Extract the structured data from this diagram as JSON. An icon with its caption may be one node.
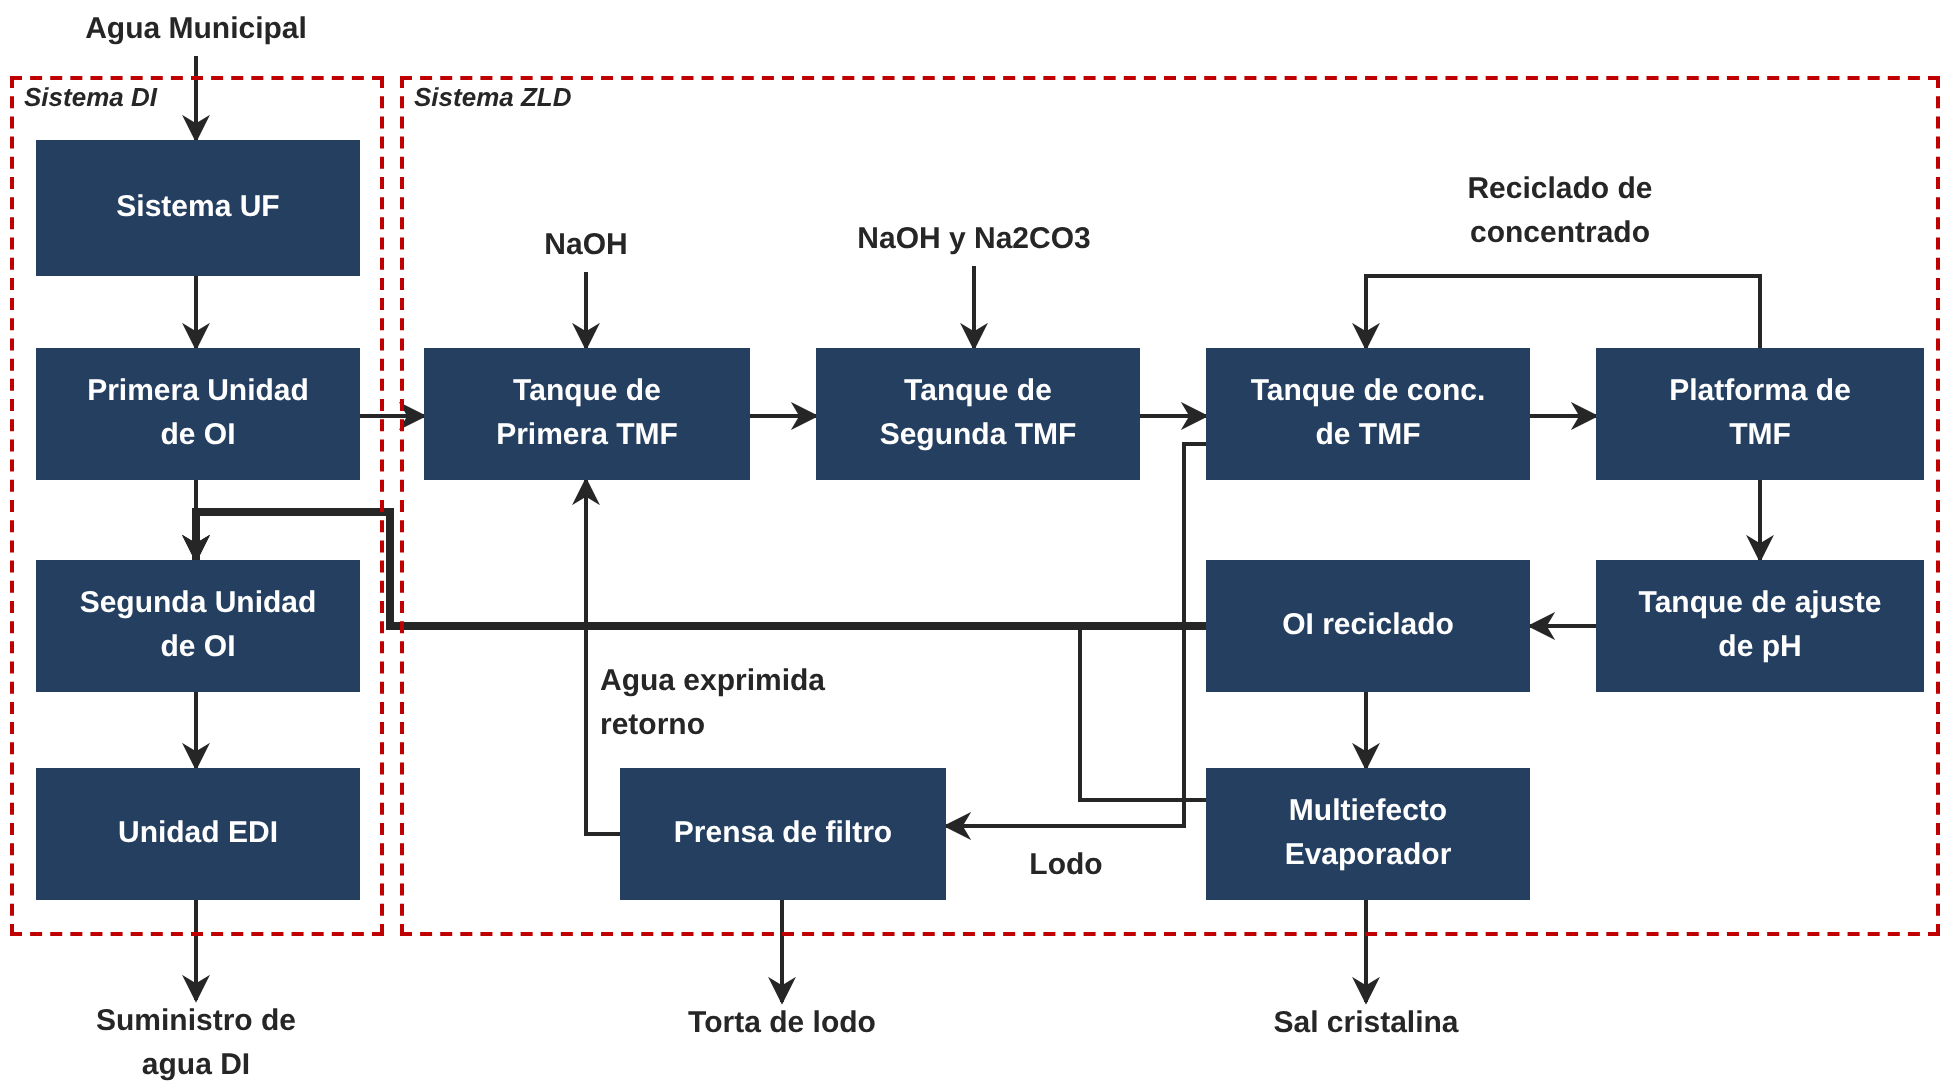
{
  "diagram": {
    "nodes": [
      {
        "text": [
          "Sistema DI"
        ]
      },
      {
        "text": [
          "Sistema ZLD"
        ]
      },
      {
        "text": [
          "Agua Municipal"
        ]
      },
      {
        "text": [
          "Sistema UF"
        ],
        "in": 0
      },
      {
        "text": [
          "Primera Unidad de OI"
        ],
        "in": 0
      },
      {
        "text": [
          "Segunda Unidad de OI"
        ],
        "in": 0
      },
      {
        "text": [
          "Unidad EDI"
        ],
        "in": 0
      },
      {
        "text": [
          "Suministro de agua DI"
        ]
      },
      {
        "text": [
          "NaOH"
        ],
        "in": 1
      },
      {
        "text": [
          "Tanque de Primera TMF"
        ],
        "in": 1
      },
      {
        "text": [
          "NaOH y Na2CO3"
        ],
        "in": 1
      },
      {
        "text": [
          "Tanque de Segunda TMF"
        ],
        "in": 1
      },
      {
        "text": [
          "Tanque de conc. de TMF"
        ],
        "in": 1
      },
      {
        "text": [
          "Platforma de TMF"
        ],
        "in": 1
      },
      {
        "text": [
          "Tanque de ajuste de pH"
        ],
        "in": 1
      },
      {
        "text": [
          "OI reciclado"
        ],
        "in": 1
      },
      {
        "text": [
          "Multiefecto Evaporador"
        ],
        "in": 1
      },
      {
        "text": [
          "Prensa de filtro"
        ],
        "in": 1
      },
      {
        "text": [
          "Torta de lodo"
        ]
      },
      {
        "text": [
          "Sal cristalina"
        ]
      }
    ],
    "edges": [
      {
        "from": 2,
        "to": 3,
        "arrow": "to"
      },
      {
        "from": 3,
        "to": 4,
        "arrow": "to"
      },
      {
        "from": 4,
        "to": 5,
        "arrow": "to"
      },
      {
        "from": 5,
        "to": 6,
        "arrow": "to"
      },
      {
        "from": 6,
        "to": 7,
        "arrow": "to"
      },
      {
        "from": 4,
        "to": 9,
        "arrow": "to"
      },
      {
        "from": 8,
        "to": 9,
        "arrow": "to"
      },
      {
        "from": 9,
        "to": 11,
        "arrow": "to"
      },
      {
        "from": 10,
        "to": 11,
        "arrow": "to"
      },
      {
        "from": 11,
        "to": 12,
        "arrow": "to"
      },
      {
        "from": 12,
        "to": 13,
        "arrow": "to"
      },
      {
        "from": 13,
        "to": 12,
        "arrow": "to",
        "label": "Reciclado de concentrado"
      },
      {
        "from": 13,
        "to": 14,
        "arrow": "to"
      },
      {
        "from": 14,
        "to": 15,
        "arrow": "to"
      },
      {
        "from": 15,
        "to": 5,
        "arrow": "to",
        "style": "thick"
      },
      {
        "from": 15,
        "to": 16,
        "arrow": "to"
      },
      {
        "from": 16,
        "to": 5,
        "arrow": "to"
      },
      {
        "from": 12,
        "to": 17,
        "arrow": "to",
        "label": "Lodo"
      },
      {
        "from": 17,
        "to": 9,
        "arrow": "to",
        "label": "Agua exprimida retorno"
      },
      {
        "from": 17,
        "to": 18,
        "arrow": "to"
      },
      {
        "from": 16,
        "to": 19,
        "arrow": "to"
      }
    ]
  }
}
